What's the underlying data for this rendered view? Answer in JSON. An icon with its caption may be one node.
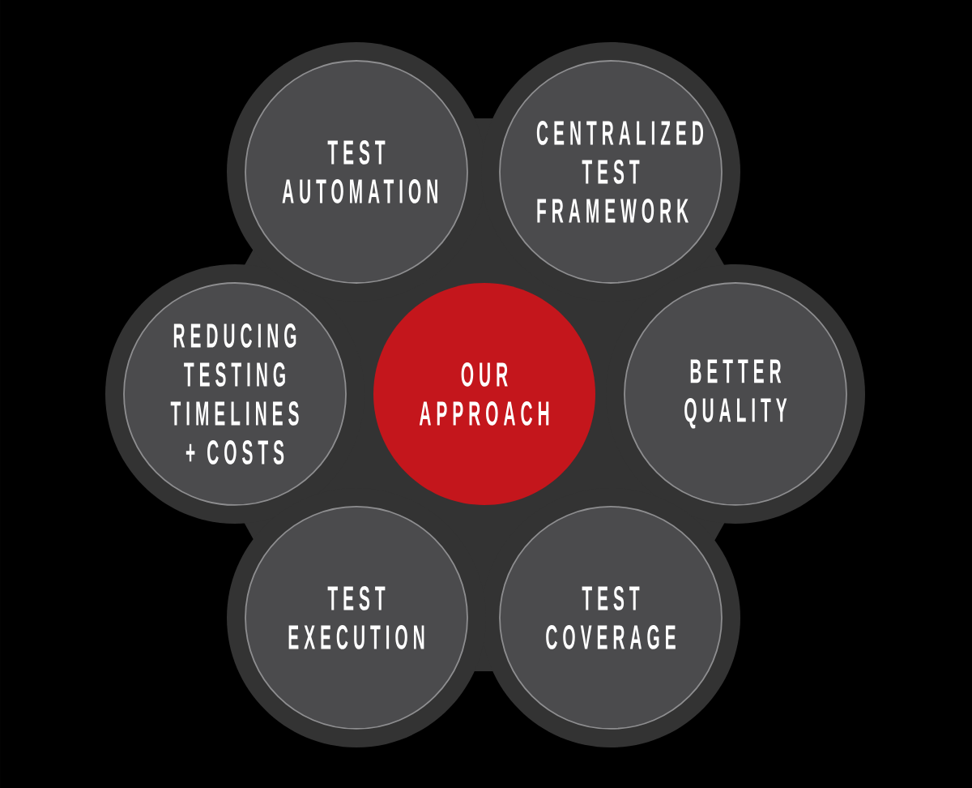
{
  "diagram": {
    "nodes": [
      {
        "text": [
          "TEST AUTOMATION"
        ]
      },
      {
        "text": [
          "CENTRALIZED TEST FRAMEWORK"
        ]
      },
      {
        "text": [
          "REDUCING TESTING TIMELINES + COSTS"
        ]
      },
      {
        "text": [
          "OUR APPROACH"
        ]
      },
      {
        "text": [
          "BETTER QUALITY"
        ]
      },
      {
        "text": [
          "TEST EXECUTION"
        ]
      },
      {
        "text": [
          "TEST COVERAGE"
        ]
      }
    ]
  }
}
